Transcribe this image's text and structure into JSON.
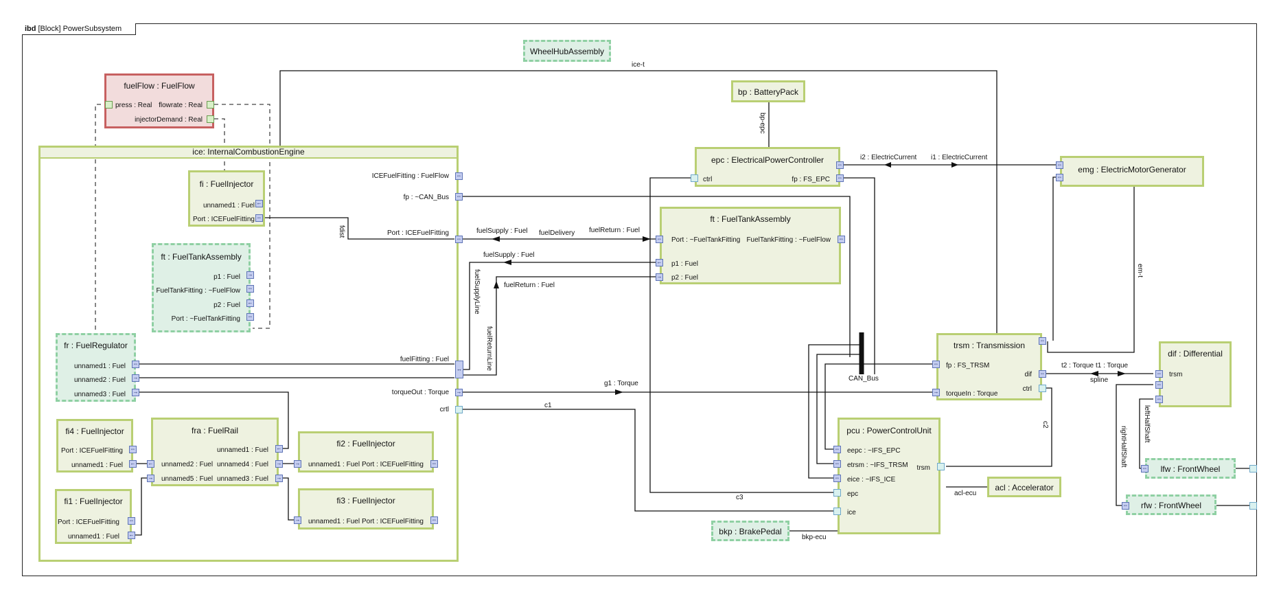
{
  "frame": {
    "keyword": "ibd",
    "title": "[Block] PowerSubsystem"
  },
  "blocks": {
    "wheelhub": "WheelHubAssembly",
    "fuelflow": "fuelFlow : FuelFlow",
    "ice": "ice: InternalCombustionEngine",
    "fi": "fi : FuelInjector",
    "ft_inner": "ft : FuelTankAssembly",
    "fr": "fr : FuelRegulator",
    "fi4": "fi4 : FuelInjector",
    "fra": "fra : FuelRail",
    "fi2": "fi2 : FuelInjector",
    "fi1": "fi1 : FuelInjector",
    "fi3": "fi3 : FuelInjector",
    "bp": "bp : BatteryPack",
    "epc": "epc : ElectricalPowerController",
    "ft": "ft : FuelTankAssembly",
    "emg": "emg : ElectricMotorGenerator",
    "trsm": "trsm : Transmission",
    "dif": "dif : Differential",
    "pcu": "pcu : PowerControlUnit",
    "acl": "acl : Accelerator",
    "bkp": "bkp : BrakePedal",
    "lfw": "lfw : FrontWheel",
    "rfw": "rfw : FrontWheel"
  },
  "ports": {
    "press": "press : Real",
    "flowrate": "flowrate : Real",
    "injectorDemand": "injectorDemand : Real",
    "fi_unnamed1": "unnamed1 : Fuel",
    "fi_port": "Port : ICEFuelFitting",
    "ftin_p1": "p1 : Fuel",
    "ftin_tank": "FuelTankFitting : ~FuelFlow",
    "ftin_p2": "p2 : Fuel",
    "ftin_port": "Port : ~FuelTankFitting",
    "fr_u1": "unnamed1 : Fuel",
    "fr_u2": "unnamed2 : Fuel",
    "fr_u3": "unnamed3 : Fuel",
    "fi4_port": "Port : ICEFuelFitting",
    "fi4_u1": "unnamed1 : Fuel",
    "fra_u1": "unnamed1 : Fuel",
    "fra_u2": "unnamed2 : Fuel",
    "fra_u4": "unnamed4 : Fuel",
    "fra_u5": "unnamed5 : Fuel",
    "fra_u3": "unnamed3 : Fuel",
    "fi2_u1": "unnamed1 : Fuel",
    "fi2_port": "Port : ICEFuelFitting",
    "fi1_port": "Port : ICEFuelFitting",
    "fi1_u1": "unnamed1 : Fuel",
    "fi3_u1": "unnamed1 : Fuel",
    "fi3_port": "Port : ICEFuelFitting",
    "ice_fitting": "ICEFuelFitting : FuelFlow",
    "ice_fp": "fp : ~CAN_Bus",
    "ice_port": "Port : ICEFuelFitting",
    "ice_fuelfitting": "fuelFitting : Fuel",
    "ice_torqueout": "torqueOut : Torque",
    "ice_crtl": "crtl",
    "epc_ctrl": "ctrl",
    "epc_fp": "fp : FS_EPC",
    "ft_port": "Port : ~FuelTankFitting",
    "ft_tank": "FuelTankFitting : ~FuelFlow",
    "ft_p1": "p1 : Fuel",
    "ft_p2": "p2 : Fuel",
    "trsm_fp": "fp : FS_TRSM",
    "trsm_torquein": "torqueIn : Torque",
    "trsm_dif": "dif",
    "trsm_ctrl": "ctrl",
    "dif_trsm": "trsm",
    "pcu_eepc": "eepc : ~IFS_EPC",
    "pcu_etrsm": "etrsm : ~IFS_TRSM",
    "pcu_eice": "eice : ~IFS_ICE",
    "pcu_epc": "epc",
    "pcu_ice": "ice",
    "pcu_trsm": "trsm"
  },
  "connectors": {
    "ice_t": "ice-t",
    "bp_epc": "bp-epc",
    "i2": "i2 : ElectricCurrent",
    "i1": "i1 : ElectricCurrent",
    "fdist": "fdist",
    "fuelSupply": "fuelSupply : Fuel",
    "fuelDelivery": "fuelDelivery",
    "fuelReturn": "fuelReturn : Fuel",
    "fuelSupply2": "fuelSupply : Fuel",
    "fuelReturn2": "fuelReturn : Fuel",
    "fuelSupplyLine": "fuelSupplyLine",
    "fuelReturnLine": "fuelReturnLine",
    "g1": "g1 : Torque",
    "c1": "c1",
    "c2": "c2",
    "c3": "c3",
    "can_bus": "CAN_Bus",
    "emt": "em-t",
    "t2": "t2 : Torque",
    "t1": "t1 : Torque",
    "spline": "spline",
    "leftHalfShaft": "leftHalfShaft",
    "rightHalfShaft": "rightHalfShaft",
    "acl_ecu": "acl-ecu",
    "bkp_ecu": "bkp-ecu"
  }
}
